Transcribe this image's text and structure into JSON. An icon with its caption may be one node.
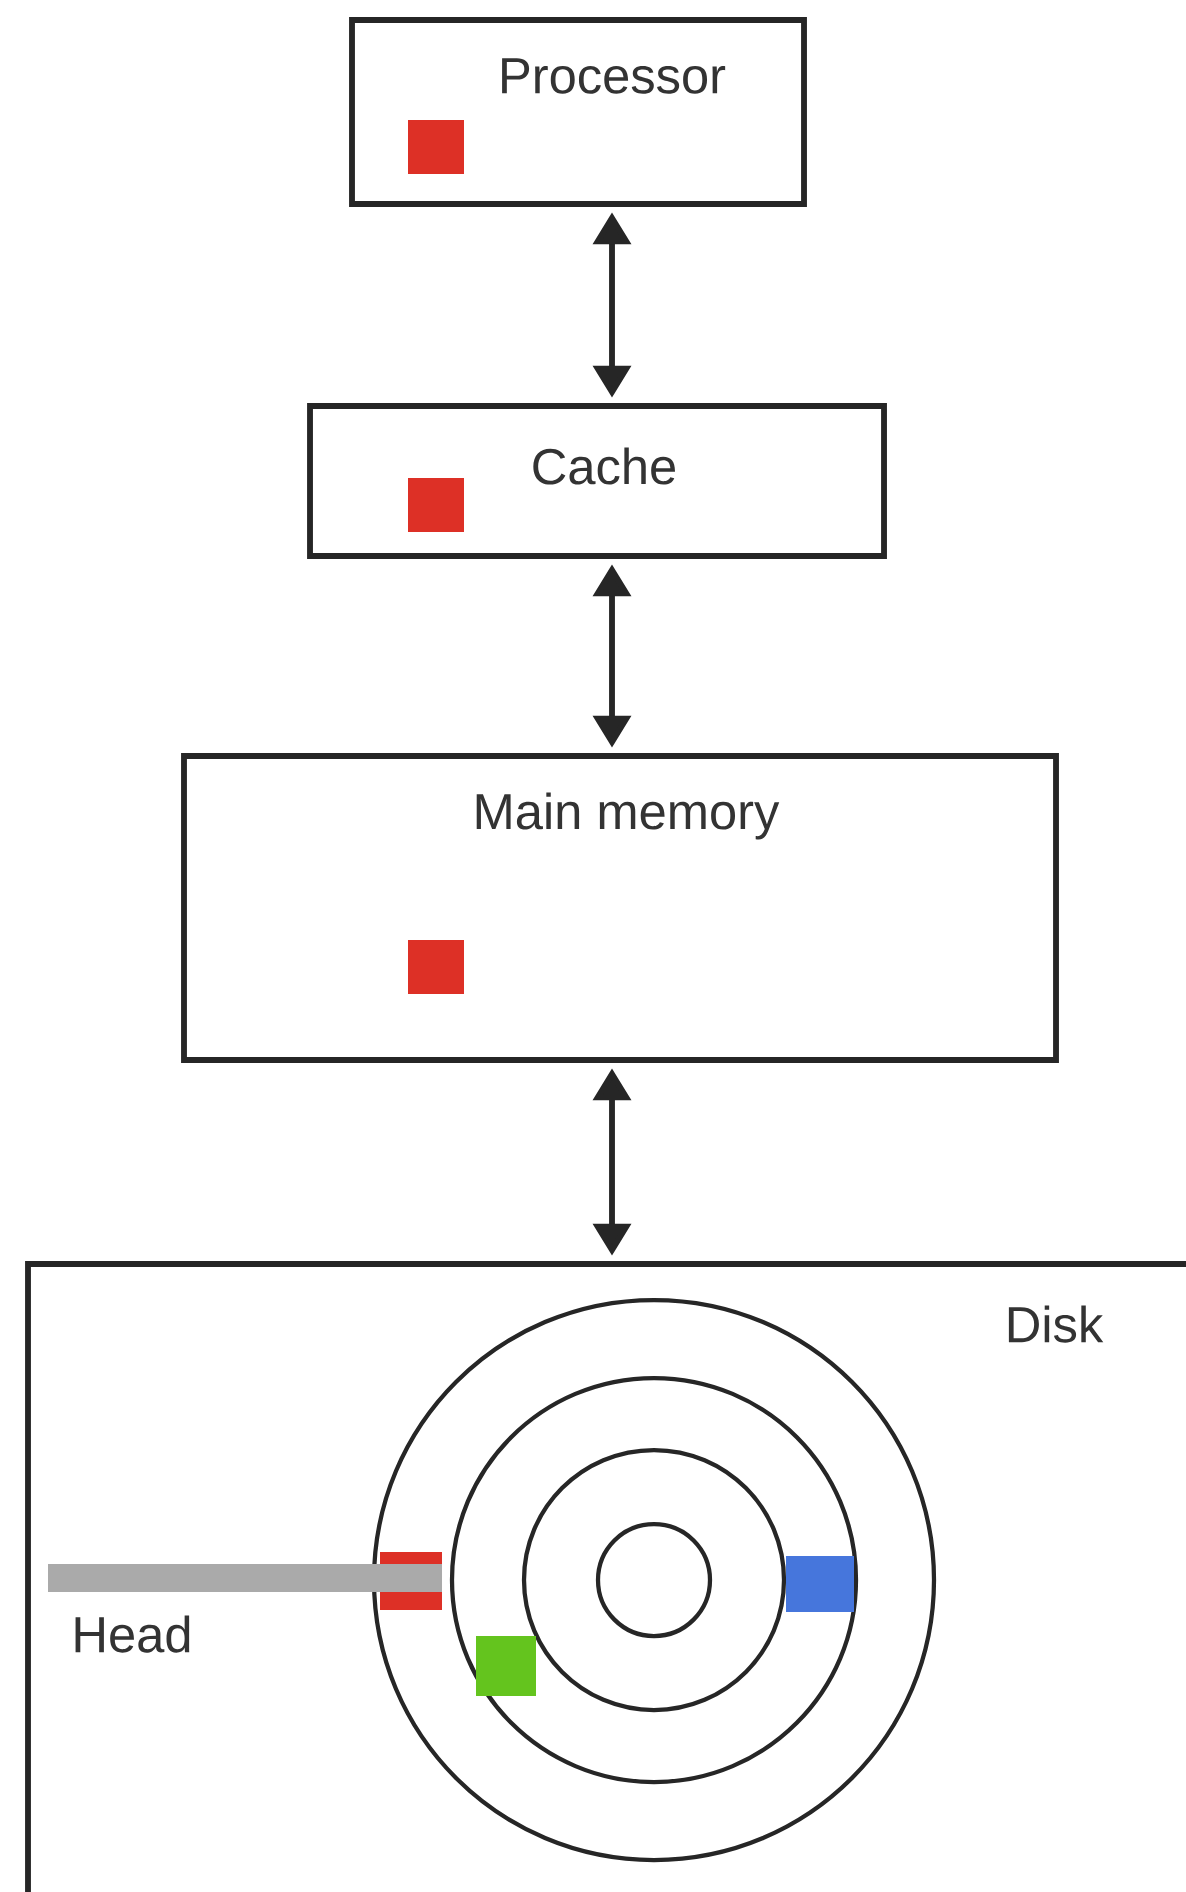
{
  "diagram": {
    "nodes": [
      {
        "text": [
          "Processor"
        ]
      },
      {
        "text": [
          "Cache"
        ]
      },
      {
        "text": [
          "Main memory"
        ]
      },
      {
        "text": [
          "Disk"
        ]
      }
    ],
    "edges": [
      {
        "from": 0,
        "to": 1,
        "arrow": "both"
      },
      {
        "from": 1,
        "to": 2,
        "arrow": "both"
      },
      {
        "from": 2,
        "to": 3,
        "arrow": "both"
      }
    ],
    "labels": [
      "Head"
    ]
  }
}
